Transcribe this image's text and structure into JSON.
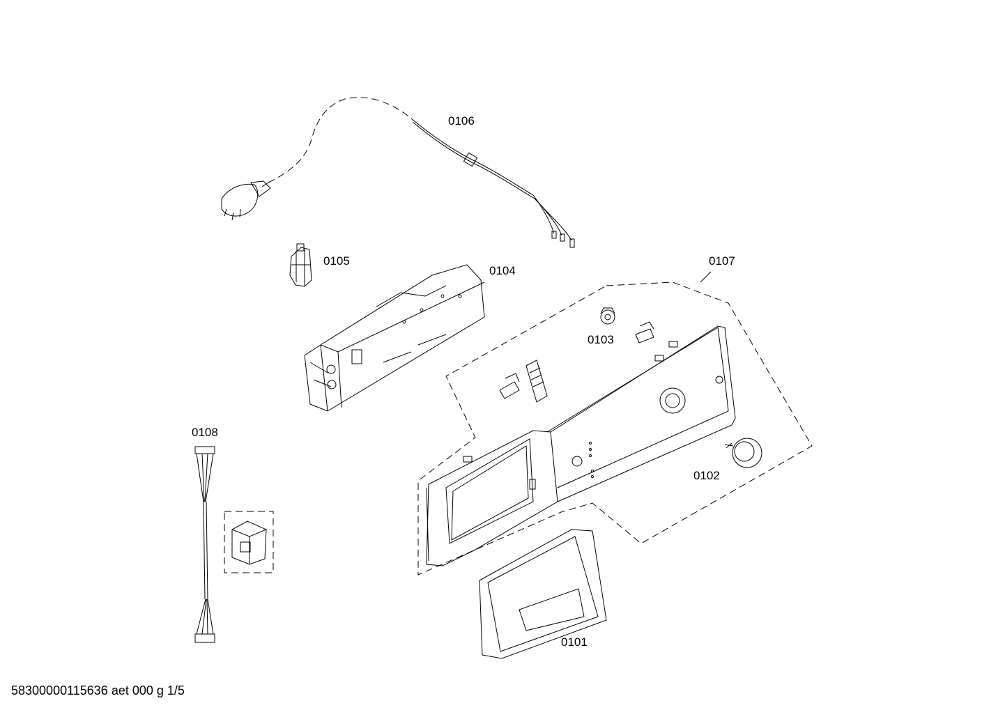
{
  "parts": {
    "p0101": "0101",
    "p0102": "0102",
    "p0103": "0103",
    "p0104": "0104",
    "p0105": "0105",
    "p0106": "0106",
    "p0107": "0107",
    "p0108": "0108"
  },
  "footer": "58300000115636 aet 000 g 1/5",
  "colors": {
    "line": "#000000",
    "background": "#ffffff"
  }
}
